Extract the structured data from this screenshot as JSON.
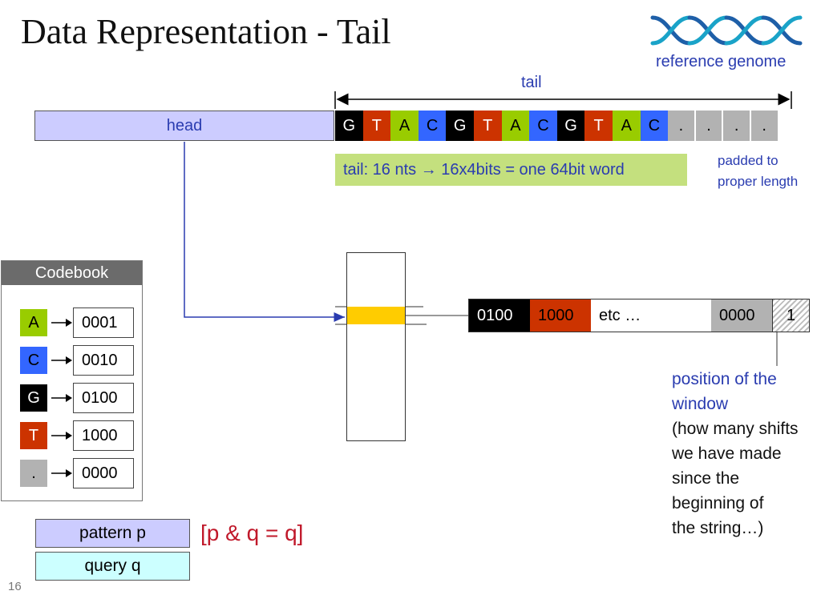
{
  "slide": {
    "title": "Data Representation - Tail",
    "logo_text": "reference genome",
    "page_number": "16"
  },
  "sequence": {
    "head_label": "head",
    "tail_label": "tail",
    "nucleotides": [
      {
        "char": "G",
        "color": "#000000",
        "text_color": "#ffffff"
      },
      {
        "char": "T",
        "color": "#cc3300",
        "text_color": "#ffffff"
      },
      {
        "char": "A",
        "color": "#99cc00",
        "text_color": "#000000"
      },
      {
        "char": "C",
        "color": "#3366ff",
        "text_color": "#000000"
      },
      {
        "char": "G",
        "color": "#000000",
        "text_color": "#ffffff"
      },
      {
        "char": "T",
        "color": "#cc3300",
        "text_color": "#ffffff"
      },
      {
        "char": "A",
        "color": "#99cc00",
        "text_color": "#000000"
      },
      {
        "char": "C",
        "color": "#3366ff",
        "text_color": "#000000"
      },
      {
        "char": "G",
        "color": "#000000",
        "text_color": "#ffffff"
      },
      {
        "char": "T",
        "color": "#cc3300",
        "text_color": "#ffffff"
      },
      {
        "char": "A",
        "color": "#99cc00",
        "text_color": "#000000"
      },
      {
        "char": "C",
        "color": "#3366ff",
        "text_color": "#000000"
      },
      {
        "char": ".",
        "color": "#b2b2b2",
        "text_color": "#000000"
      },
      {
        "char": ".",
        "color": "#b2b2b2",
        "text_color": "#000000"
      },
      {
        "char": ".",
        "color": "#b2b2b2",
        "text_color": "#000000"
      },
      {
        "char": ".",
        "color": "#b2b2b2",
        "text_color": "#000000"
      }
    ],
    "tail_note": "tail: 16 nts → 16x4bits = one 64bit word",
    "padded_note_line1": "padded to",
    "padded_note_line2": "proper length"
  },
  "codebook": {
    "header": "Codebook",
    "entries": [
      {
        "letter": "A",
        "code": "0001",
        "color": "#99cc00",
        "text_color": "#000000"
      },
      {
        "letter": "C",
        "code": "0010",
        "color": "#3366ff",
        "text_color": "#000000"
      },
      {
        "letter": "G",
        "code": "0100",
        "color": "#000000",
        "text_color": "#ffffff"
      },
      {
        "letter": "T",
        "code": "1000",
        "color": "#cc3300",
        "text_color": "#ffffff"
      },
      {
        "letter": ".",
        "code": "0000",
        "color": "#b2b2b2",
        "text_color": "#000000"
      }
    ]
  },
  "word": {
    "cells": [
      {
        "text": "0100",
        "color": "#000000",
        "text_color": "#ffffff"
      },
      {
        "text": "1000",
        "color": "#cc3300",
        "text_color": "#000000"
      },
      {
        "text": "etc …",
        "color": "#ffffff",
        "text_color": "#000000"
      },
      {
        "text": "0000",
        "color": "#b2b2b2",
        "text_color": "#000000"
      },
      {
        "text": "1",
        "color": "hatched",
        "text_color": "#000000"
      }
    ],
    "position_label_line1": "position of the",
    "position_label_line2": "window",
    "position_desc": [
      "(how many shifts",
      "we have made",
      "since the",
      "beginning of",
      "the string…)"
    ]
  },
  "query": {
    "pattern_label": "pattern p",
    "query_label": "query q",
    "formula": "[p & q = q]"
  }
}
